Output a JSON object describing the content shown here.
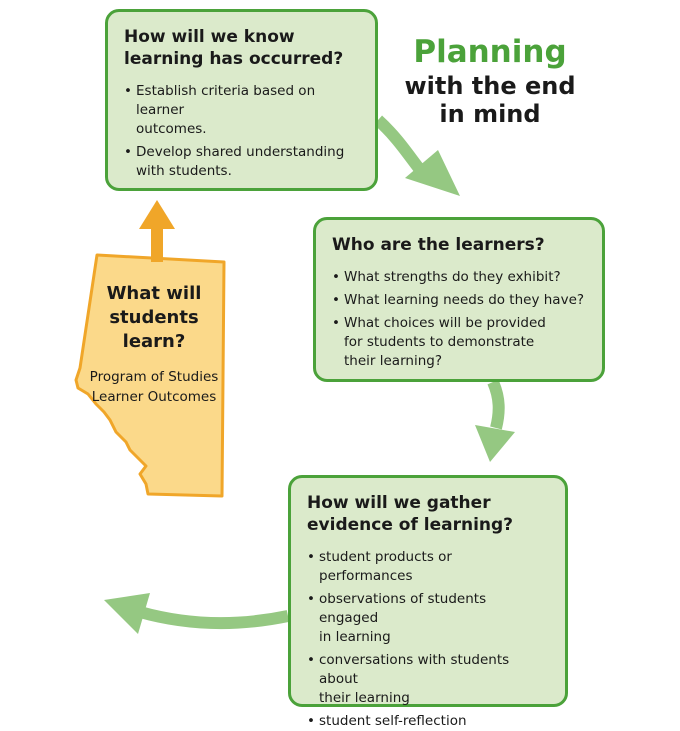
{
  "title": {
    "line1": "Planning",
    "line2": "with the end\nin mind"
  },
  "box_occurred": {
    "heading": "How will we know\nlearning has occurred?",
    "bullets": [
      "Establish criteria based on learner\noutcomes.",
      "Develop shared understanding\nwith students."
    ]
  },
  "box_learners": {
    "heading": "Who are the learners?",
    "bullets": [
      "What strengths do they exhibit?",
      "What learning needs do they have?",
      "What choices will be provided\nfor students to demonstrate\ntheir learning?"
    ]
  },
  "box_evidence": {
    "heading": "How will we gather\nevidence of learning?",
    "bullets": [
      "student products or performances",
      "observations of students engaged\nin learning",
      "conversations with students about\ntheir learning",
      "student self-reflection"
    ]
  },
  "province": {
    "heading": "What will\nstudents\nlearn?",
    "sub": "Program of Studies\nLearner Outcomes"
  },
  "colors": {
    "box_fill": "#dbeacb",
    "box_border": "#4ba23a",
    "arrow_green": "#95c882",
    "province_fill": "#fbd98a",
    "province_border": "#f0a629"
  }
}
